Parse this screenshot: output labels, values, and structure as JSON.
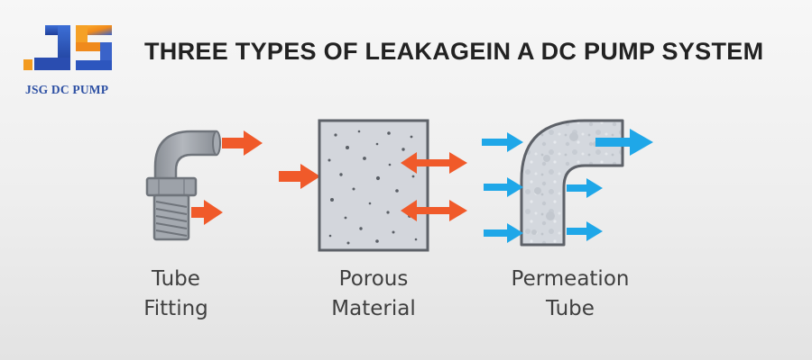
{
  "brand": {
    "name": "JSG DC PUMP"
  },
  "header": {
    "title": "THREE TYPES OF LEAKAGEIN A DC PUMP SYSTEM"
  },
  "panels": [
    {
      "line1": "Tube",
      "line2": "Fitting",
      "icon": "tube-fitting-icon"
    },
    {
      "line1": "Porous",
      "line2": "Material",
      "icon": "porous-block-icon"
    },
    {
      "line1": "Permeation",
      "line2": "Tube",
      "icon": "permeation-tube-icon"
    }
  ],
  "colors": {
    "leak_arrow": "#f05a2a",
    "permeation_arrow": "#1fa7e8",
    "fitting_metal": "#9ca1a8",
    "logo_blue": "#2c4fa3",
    "logo_orange": "#f39a1e",
    "text": "#3f3f3f"
  }
}
